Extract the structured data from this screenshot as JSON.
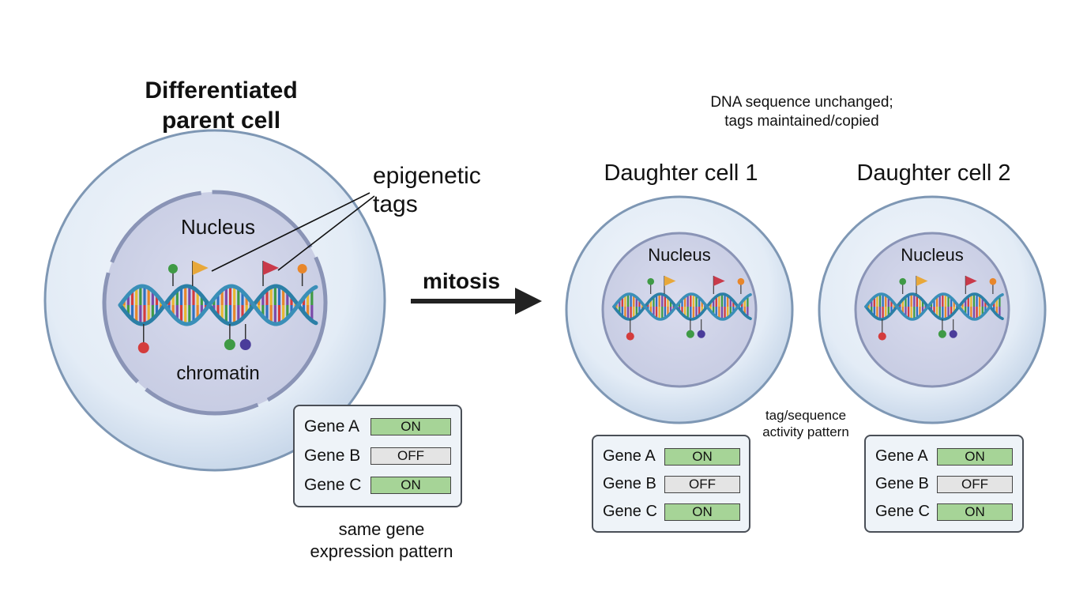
{
  "labels": {
    "parent_title_line1": "Differentiated",
    "parent_title_line2": "parent cell",
    "epigenetic_line1": "epigenetic",
    "epigenetic_line2": "tags",
    "parent_nucleus": "Nucleus",
    "chromatin": "chromatin",
    "mitosis": "mitosis",
    "dna_note_line1": "DNA sequence unchanged;",
    "dna_note_line2": "tags maintained/copied",
    "daughter1_title": "Daughter cell 1",
    "daughter2_title": "Daughter cell 2",
    "daughter1_nucleus": "Nucleus",
    "daughter2_nucleus": "Nucleus",
    "tag_note_line1": "tag/sequence",
    "tag_note_line2": "activity pattern",
    "same_pattern_line1": "same gene",
    "same_pattern_line2": "expression pattern"
  },
  "gene_panels": {
    "parent": [
      {
        "gene": "Gene A",
        "state": "ON"
      },
      {
        "gene": "Gene B",
        "state": "OFF"
      },
      {
        "gene": "Gene C",
        "state": "ON"
      }
    ],
    "daughter1": [
      {
        "gene": "Gene A",
        "state": "ON"
      },
      {
        "gene": "Gene B",
        "state": "OFF"
      },
      {
        "gene": "Gene C",
        "state": "ON"
      }
    ],
    "daughter2": [
      {
        "gene": "Gene A",
        "state": "ON"
      },
      {
        "gene": "Gene B",
        "state": "OFF"
      },
      {
        "gene": "Gene C",
        "state": "ON"
      }
    ]
  },
  "colors": {
    "cell_fill": "#e4edf7",
    "cell_border": "#7e97b4",
    "nucleus_fill": "#d0d5e8",
    "nucleus_border": "#8a94b6",
    "helix": "#2b7fa6",
    "on": "#a6d497",
    "off": "#e4e4e4",
    "tag_green": "#3f9a45",
    "tag_red": "#d43c3c",
    "tag_purple": "#4a3c9a",
    "tag_orange": "#e8862a",
    "flag_yellow": "#e8a83a",
    "flag_red": "#c93a4a"
  }
}
